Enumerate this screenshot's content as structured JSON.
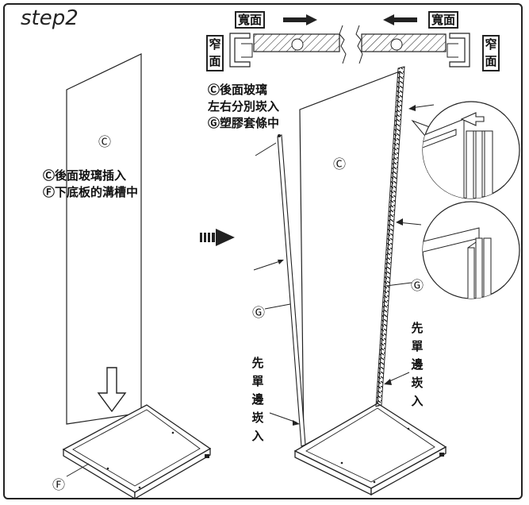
{
  "step_title": "step2",
  "labels": {
    "wide_face_left": "寬面",
    "wide_face_right": "寬面",
    "narrow_face_left": "窄面",
    "narrow_face_right": "窄面",
    "glass_c": "Ⓒ",
    "base_f": "Ⓕ",
    "trim_g": "Ⓖ"
  },
  "left_panel": {
    "note_line1": "Ⓒ後面玻璃插入",
    "note_line2": "Ⓕ下底板的溝槽中"
  },
  "right_panel": {
    "note_line1": "Ⓒ後面玻璃",
    "note_line2": "左右分別崁入",
    "note_line3": "Ⓖ塑膠套條中",
    "left_edge_note": "先單邊崁入",
    "right_edge_note": "先單邊崁入"
  },
  "icons": {
    "cross_section": "glass-edge-cross-section-icon",
    "step_arrow": "dashed-right-arrow-icon",
    "insert_arrow": "down-arrow-icon"
  }
}
